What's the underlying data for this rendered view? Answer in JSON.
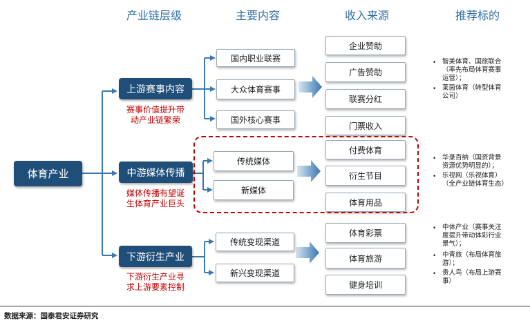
{
  "headers": {
    "level": "产业链层级",
    "content": "主要内容",
    "revenue": "收入来源",
    "targets": "推荐标的"
  },
  "root": "体育产业",
  "upstream": {
    "title": "上游赛事内容",
    "note": [
      "赛事价值提升带",
      "动产业链繁荣"
    ],
    "contents": [
      "国内职业联赛",
      "大众体育赛事",
      "国外核心赛事"
    ],
    "revenues": [
      "企业赞助",
      "广告赞助",
      "联赛分红",
      "门票收入"
    ],
    "targets": [
      [
        "智美体育、国旅联合",
        "（率先布局体育赛事",
        "运营）；"
      ],
      [
        "莱茵体育（转型体育",
        "公司）"
      ]
    ]
  },
  "midstream": {
    "title": "中游媒体传播",
    "note": [
      "媒体传播有望诞",
      "生体育产业巨头"
    ],
    "contents": [
      "传统媒体",
      "新媒体"
    ],
    "revenues": [
      "付费体育",
      "衍生节目",
      "体育用品"
    ],
    "targets": [
      [
        "华录百纳（国资背景",
        "资源优势明显的）；"
      ],
      [
        "乐视网（乐视体育）",
        "（全产业链体育生态）"
      ]
    ]
  },
  "downstream": {
    "title": "下游衍生产业",
    "note": [
      "下游衍生产业寻",
      "求上游要素控制"
    ],
    "contents": [
      "传统变现渠道",
      "新兴变现渠道"
    ],
    "revenues": [
      "体育彩票",
      "体育旅游",
      "健身培训"
    ],
    "targets": [
      [
        "中体产业（赛事关注",
        "度提升带动体彩行业",
        "景气）；"
      ],
      [
        "中青旅（布局体育旅",
        "游）；"
      ],
      [
        "贵人鸟（布局上游赛",
        "事）"
      ]
    ]
  },
  "source": "数据来源：国泰君安证券研究",
  "colors": {
    "navy": "#1f4e79",
    "header": "#2e6ea6",
    "note_red": "#c00000",
    "connector": "#3a78b0",
    "arrow_start": "#d6e4f2",
    "arrow_end": "#3a78b0"
  },
  "icons": {
    "connector": "bracket-connector",
    "arrow": "gradient-right-arrow"
  }
}
